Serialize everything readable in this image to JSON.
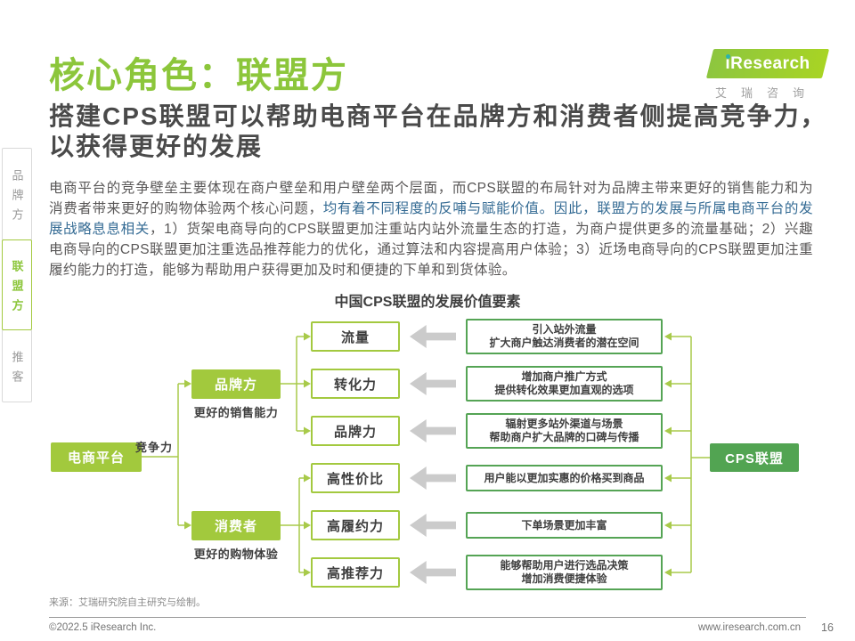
{
  "page": {
    "title": "核心角色：联盟方",
    "subtitle": "搭建CPS联盟可以帮助电商平台在品牌方和消费者侧提高竞争力，以获得更好的发展",
    "paragraph": {
      "seg1": "电商平台的竞争壁垒主要体现在商户壁垒和用户壁垒两个层面，而CPS联盟的布局针对为品牌主带来更好的销售能力和为消费者带来更好的购物体验两个核心问题，",
      "seg2_highlight": "均有着不同程度的反哺与赋能价值。因此，联盟方的发展与所属电商平台的发展战略息息相关",
      "seg3": "，1）货架电商导向的CPS联盟更加注重站内站外流量生态的打造，为商户提供更多的流量基础；2）兴趣电商导向的CPS联盟更加注重选品推荐能力的优化，通过算法和内容提高用户体验；3）近场电商导向的CPS联盟更加注重履约能力的打造，能够为帮助用户获得更加及时和便捷的下单和到货体验。"
    }
  },
  "logo": {
    "brand": "iResearch",
    "brand_cn": "艾瑞咨询"
  },
  "sidebar": {
    "tabs": [
      {
        "label": "品牌方",
        "active": false
      },
      {
        "label": "联盟方",
        "active": true
      },
      {
        "label": "推客",
        "active": false
      }
    ]
  },
  "diagram": {
    "title": "中国CPS联盟的发展价值要素",
    "platform": "电商平台",
    "competitiveness": "竞争力",
    "brand": {
      "label": "品牌方",
      "caption": "更好的销售能力"
    },
    "consumer": {
      "label": "消费者",
      "caption": "更好的购物体验"
    },
    "factors": [
      "流量",
      "转化力",
      "品牌力",
      "高性价比",
      "高履约力",
      "高推荐力"
    ],
    "benefits": [
      {
        "line1": "引入站外流量",
        "line2": "扩大商户触达消费者的潜在空间"
      },
      {
        "line1": "增加商户推广方式",
        "line2": "提供转化效果更加直观的选项"
      },
      {
        "line1": "辐射更多站外渠道与场景",
        "line2": "帮助商户扩大品牌的口碑与传播"
      },
      {
        "line1": "用户能以更加实惠的价格买到商品"
      },
      {
        "line1": "下单场景更加丰富"
      },
      {
        "line1": "能够帮助用户进行选品决策",
        "line2": "增加消费便捷体验"
      }
    ],
    "cps": "CPS联盟"
  },
  "footer": {
    "source": "来源：艾瑞研究院自主研究与绘制。",
    "copyright": "©2022.5 iResearch Inc.",
    "website": "www.iresearch.com.cn",
    "page_number": "16"
  },
  "colors": {
    "brand_green": "#8cc63b",
    "yellow_green": "#a2c93d",
    "deep_green": "#52a452",
    "highlight_blue": "#336a93",
    "arrow_gray": "#cbcbcb"
  }
}
